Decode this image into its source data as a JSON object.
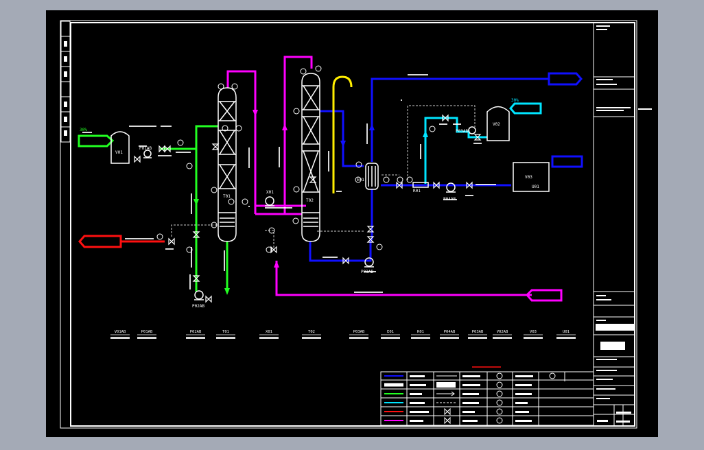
{
  "colors": {
    "window_bg": "#a4aab6",
    "canvas": "#000000",
    "frame": "#ffffff",
    "magenta": "#ff00ff",
    "green": "#22ff22",
    "blue": "#1010ff",
    "cyan": "#00e5ff",
    "yellow": "#ffee00",
    "red": "#ff1010",
    "dim": "#cccccc"
  },
  "icons": [
    "valve-icon",
    "pump-icon",
    "instrument-icon",
    "heat-exchanger-icon",
    "column-icon",
    "tank-icon",
    "arrow-tag-icon"
  ],
  "equipment_tags": {
    "v01": "V01",
    "t01": "T01",
    "t02": "T02",
    "x01": "X01",
    "e01": "E01",
    "r01": "R01",
    "v02": "V02",
    "v03": "V03",
    "u01": "U01",
    "p01ab": "P01AB",
    "p02ab": "P02AB",
    "p03ab": "P03AB",
    "p04ab": "P04AB",
    "p03ab_small": "P03AB"
  },
  "stream_tags": {
    "feed_in": "30%",
    "product_out": "30%",
    "vent": "",
    "feed_label": "",
    "line_top": "",
    "line_bottom": ""
  },
  "equipment_list": [
    "V01AB",
    "P01AB",
    "P02AB",
    "T01",
    "X01",
    "T02",
    "P03AB",
    "E01",
    "R01",
    "P04AB",
    "P03AB",
    "V02AB",
    "V03",
    "U01"
  ],
  "legend": {
    "title": "",
    "right_code": ""
  },
  "title_block": {
    "drawing_title": ""
  }
}
